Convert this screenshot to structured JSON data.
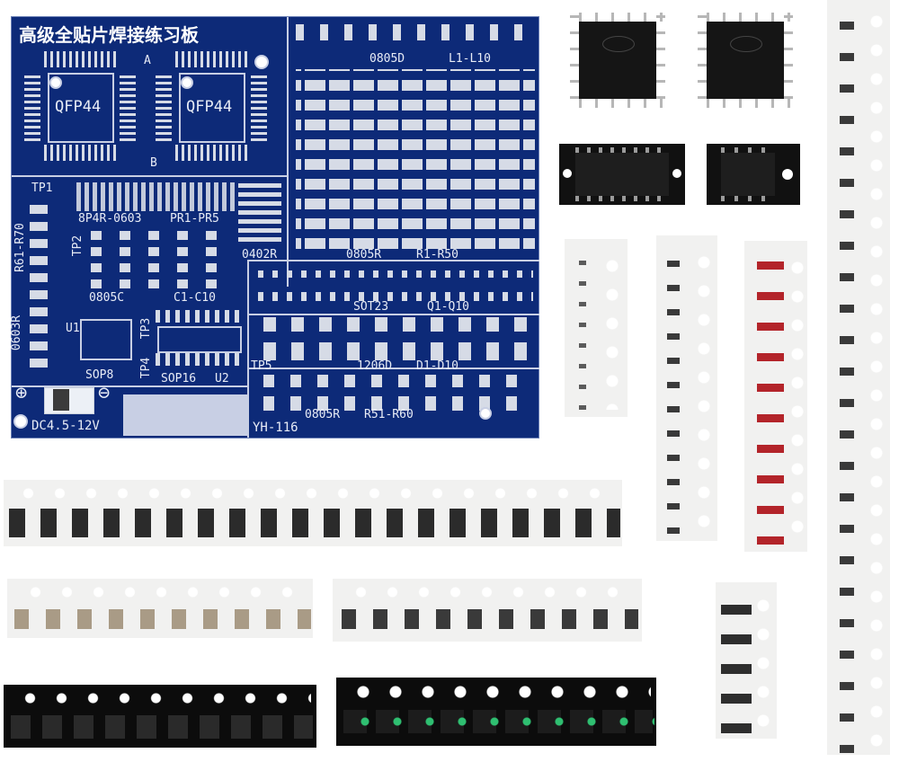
{
  "image": {
    "background": "#ffffff",
    "pcb_color": "#0d2a78",
    "silk_color": "#e8ecf6"
  },
  "pcb": {
    "title": "高级全贴片焊接练习板",
    "labels": {
      "qfp_left": "QFP44",
      "qfp_right": "QFP44",
      "a": "A",
      "b": "B",
      "r0805d": "0805D",
      "l1_l10": "L1-L10",
      "tp1": "TP1",
      "tp2": "TP2",
      "tp3": "TP3",
      "tp4": "TP4",
      "tp5": "TP5",
      "r61_r70": "R61-R70",
      "r0603r": "0603R",
      "bp4r": "8P4R-0603",
      "pr1_pr5": "PR1-PR5",
      "r0402r": "0402R",
      "r0805r_top": "0805R",
      "r1_r50": "R1-R50",
      "c0805c": "0805C",
      "c1_c10": "C1-C10",
      "sot23": "SOT23",
      "q1_q10": "Q1-Q10",
      "u1": "U1",
      "u2": "U2",
      "sop8": "SOP8",
      "sop16": "SOP16",
      "d1206d": "1206D",
      "d1_d10": "D1-D10",
      "r0805r_bottom": "0805R",
      "r51_r60": "R51-R60",
      "plus": "⊕",
      "minus": "⊖",
      "dc": "DC4.5-12V",
      "model": "YH-116"
    }
  },
  "components": {
    "qfp_chips": 2,
    "sop_chips": 2,
    "tapes": [
      {
        "id": "tape-resistor-horizontal",
        "color": "#f1f1f0"
      },
      {
        "id": "tape-capacitor-horizontal-1",
        "color": "#f1f1f0"
      },
      {
        "id": "tape-resistor-horizontal-2",
        "color": "#f1f1f0"
      },
      {
        "id": "tape-transistor-black",
        "color": "#0c0c0c"
      },
      {
        "id": "tape-led-black",
        "color": "#0c0c0c"
      },
      {
        "id": "tape-vertical-small",
        "color": "#f1f1f0"
      },
      {
        "id": "tape-vertical-resistor",
        "color": "#f1f1f0"
      },
      {
        "id": "tape-vertical-diode",
        "color": "#f1f1f0"
      },
      {
        "id": "tape-vertical-long",
        "color": "#f1f1f0"
      },
      {
        "id": "tape-vertical-101",
        "color": "#f1f1f0"
      }
    ]
  }
}
